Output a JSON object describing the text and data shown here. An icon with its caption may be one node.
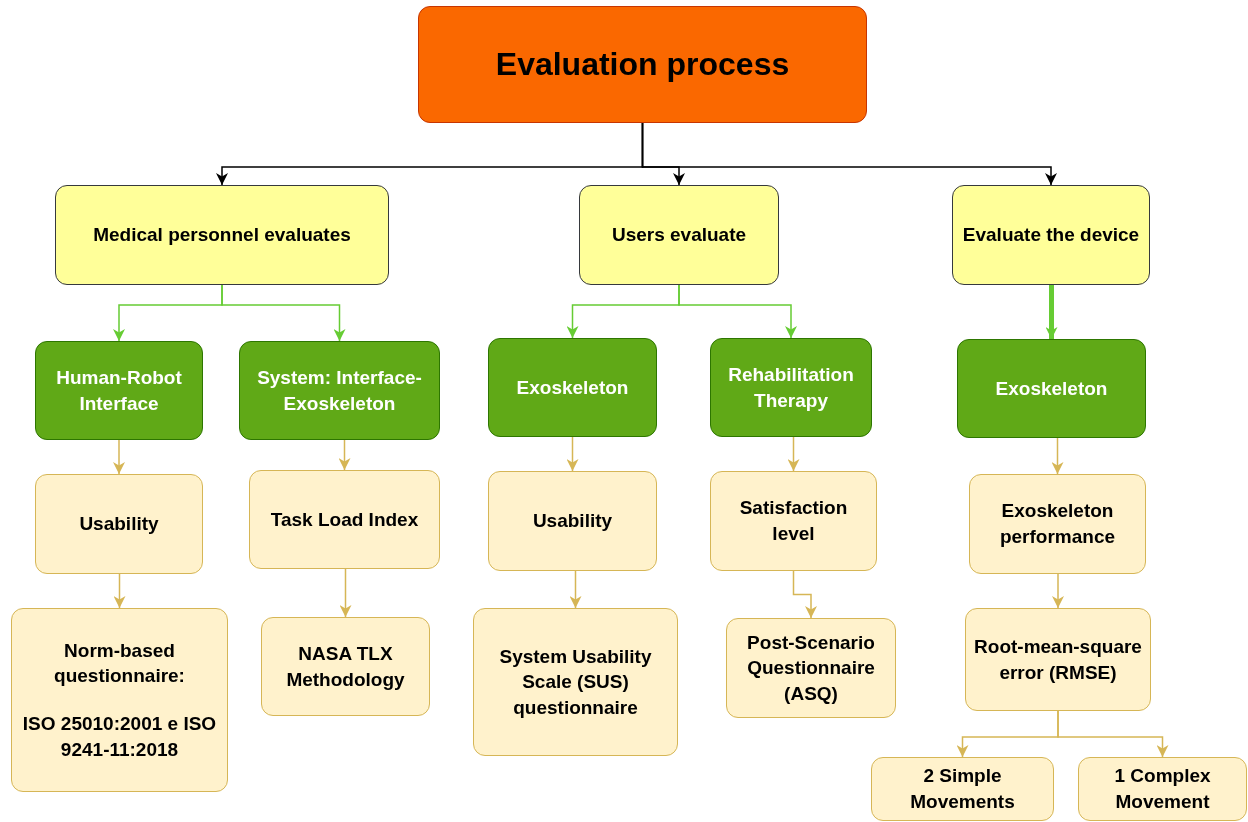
{
  "diagram": {
    "nodes": [
      {
        "text": [
          "Evaluation process"
        ]
      },
      {
        "text": [
          "Medical personnel evaluates"
        ]
      },
      {
        "text": [
          "Users evaluate"
        ]
      },
      {
        "text": [
          "Evaluate the device"
        ]
      },
      {
        "text": [
          "Human-Robot Interface"
        ]
      },
      {
        "text": [
          "System: Interface-Exoskeleton"
        ]
      },
      {
        "text": [
          "Exoskeleton"
        ]
      },
      {
        "text": [
          "Rehabilitation Therapy"
        ]
      },
      {
        "text": [
          "Exoskeleton"
        ]
      },
      {
        "text": [
          "Usability"
        ]
      },
      {
        "text": [
          "Task Load Index"
        ]
      },
      {
        "text": [
          "Usability"
        ]
      },
      {
        "text": [
          "Satisfaction level"
        ]
      },
      {
        "text": [
          "Exoskeleton performance"
        ]
      },
      {
        "text": [
          "Norm-based questionnaire:",
          "ISO 25010:2001 e ISO 9241-11:2018"
        ]
      },
      {
        "text": [
          "NASA TLX Methodology"
        ]
      },
      {
        "text": [
          "System Usability Scale (SUS) questionnaire"
        ]
      },
      {
        "text": [
          "Post-Scenario Questionnaire (ASQ)"
        ]
      },
      {
        "text": [
          "Root-mean-square error (RMSE)"
        ]
      },
      {
        "text": [
          "2 Simple Movements"
        ]
      },
      {
        "text": [
          "1 Complex Movement"
        ]
      }
    ],
    "edges": [
      {
        "from": 0,
        "to": 1,
        "arrow": "to",
        "color": "#000000"
      },
      {
        "from": 0,
        "to": 2,
        "arrow": "to",
        "color": "#000000"
      },
      {
        "from": 0,
        "to": 3,
        "arrow": "to",
        "color": "#000000"
      },
      {
        "from": 1,
        "to": 4,
        "arrow": "to",
        "color": "#66cc33"
      },
      {
        "from": 1,
        "to": 5,
        "arrow": "to",
        "color": "#66cc33"
      },
      {
        "from": 2,
        "to": 6,
        "arrow": "to",
        "color": "#66cc33"
      },
      {
        "from": 2,
        "to": 7,
        "arrow": "to",
        "color": "#66cc33"
      },
      {
        "from": 3,
        "to": 8,
        "arrow": "to",
        "color": "#66cc33",
        "style": "thick"
      },
      {
        "from": 4,
        "to": 9,
        "arrow": "to"
      },
      {
        "from": 5,
        "to": 10,
        "arrow": "to"
      },
      {
        "from": 6,
        "to": 11,
        "arrow": "to"
      },
      {
        "from": 7,
        "to": 12,
        "arrow": "to"
      },
      {
        "from": 8,
        "to": 13,
        "arrow": "to"
      },
      {
        "from": 9,
        "to": 14,
        "arrow": "to"
      },
      {
        "from": 10,
        "to": 15,
        "arrow": "to"
      },
      {
        "from": 11,
        "to": 16,
        "arrow": "to"
      },
      {
        "from": 12,
        "to": 17,
        "arrow": "to"
      },
      {
        "from": 13,
        "to": 18,
        "arrow": "to"
      },
      {
        "from": 18,
        "to": 19,
        "arrow": "to"
      },
      {
        "from": 18,
        "to": 20,
        "arrow": "to"
      }
    ]
  }
}
